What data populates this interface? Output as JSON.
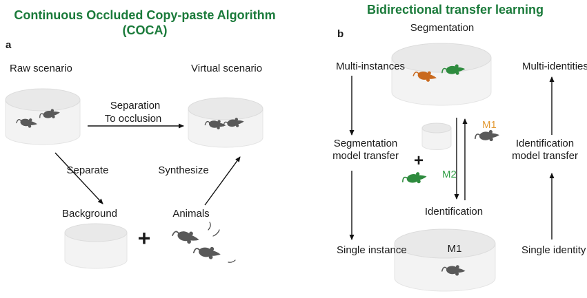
{
  "panel_a": {
    "panel_label": "a",
    "title_line1": "Continuous Occluded Copy-paste Algorithm",
    "title_line2": "(COCA)",
    "raw_scenario_label": "Raw scenario",
    "virtual_scenario_label": "Virtual scenario",
    "separation_arrow_line1": "Separation",
    "separation_arrow_line2": "To occlusion",
    "separate_label": "Separate",
    "synthesize_label": "Synthesize",
    "background_label": "Background",
    "plus_sign": "+",
    "animals_label": "Animals"
  },
  "panel_b": {
    "panel_label": "b",
    "title": "Bidirectional transfer learning",
    "segmentation_label": "Segmentation",
    "multi_instances_label": "Multi-instances",
    "multi_identities_label": "Multi-identities",
    "segmentation_transfer_line1": "Segmentation",
    "segmentation_transfer_line2": "model transfer",
    "identification_transfer_line1": "Identification",
    "identification_transfer_line2": "model transfer",
    "plus_sign": "+",
    "m1_label": "M1",
    "m2_label": "M2",
    "identification_label": "Identification",
    "single_instance_label": "Single instance",
    "single_identity_label": "Single identity",
    "bottom_dish_m1_label": "M1"
  },
  "colors": {
    "title_green": "#1a7a3a",
    "text": "#1a1a1a",
    "mouse_gray": "#595959",
    "mouse_orange": "#c9691e",
    "mouse_green": "#2e8b3e",
    "m1_orange": "#e39a33",
    "m2_green": "#2f9e44"
  }
}
